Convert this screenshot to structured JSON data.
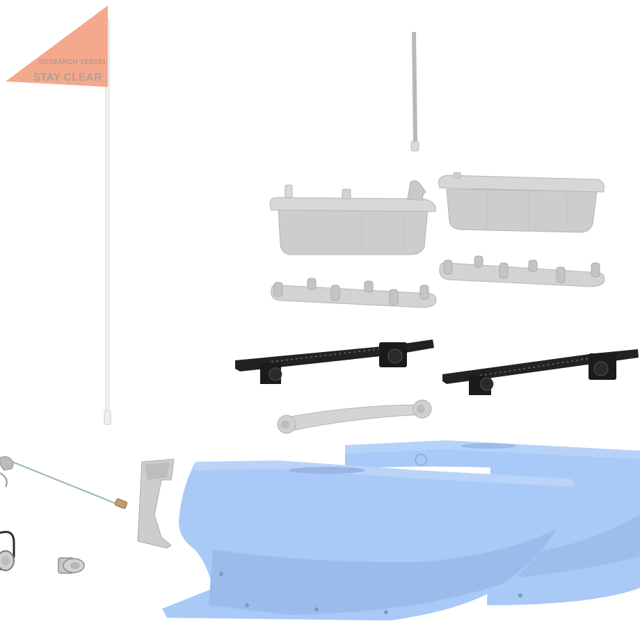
{
  "flag": {
    "line1": "RESEARCH VESSEL",
    "line2": "STAY CLEAR"
  },
  "colors": {
    "flag": "#f4a98d",
    "flag_text": "#a8a8a8",
    "pole": "#f2f2f2",
    "grey_part": "#cfcfcf",
    "grey_stroke": "#b3b3b3",
    "rail": "#1e1e1e",
    "hull": "#a9c9f7",
    "hull_shade": "#9abce9",
    "background": "#ffffff"
  },
  "components": [
    "warning-flag",
    "antenna",
    "battery-box-left",
    "battery-box-right",
    "mount-bracket-left",
    "mount-bracket-right",
    "black-rail-left",
    "black-rail-right",
    "cross-tube",
    "sensor-cable",
    "rudder",
    "hull-left",
    "hull-right",
    "cable-gland",
    "cable-connector"
  ]
}
